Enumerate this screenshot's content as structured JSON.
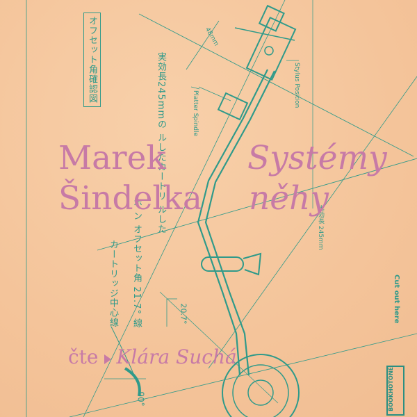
{
  "cover": {
    "author_line1": "Marek",
    "author_line2": "Šindelka",
    "title_line1": "Systémy",
    "title_line2": "něhy",
    "reader_prefix": "čte",
    "reader_name": "Klára Suchá"
  },
  "blueprint": {
    "boxed_label": "オフセット角確認図",
    "jp_line1": "実効長245mmの ルしたカートリ ルした",
    "jp_line2": "ホ ン オフセット角 21.7° 線",
    "jp_line3": "カートリッジ中心線",
    "label_48mm": "48mm",
    "label_stylus": "Stylus Position",
    "label_platter": "Platter Spindle",
    "label_effective": "実効長 245mm",
    "label_cut": "Cut out here",
    "label_angle1": "20.7°",
    "label_angle2": "90°"
  },
  "publisher_logo": {
    "line1": "ONE",
    "line2": "HOT",
    "line3": "BOOK"
  },
  "colors": {
    "background": "#f6c9a1",
    "line": "#2f9a8a",
    "text_accent": "#c77aa6"
  }
}
